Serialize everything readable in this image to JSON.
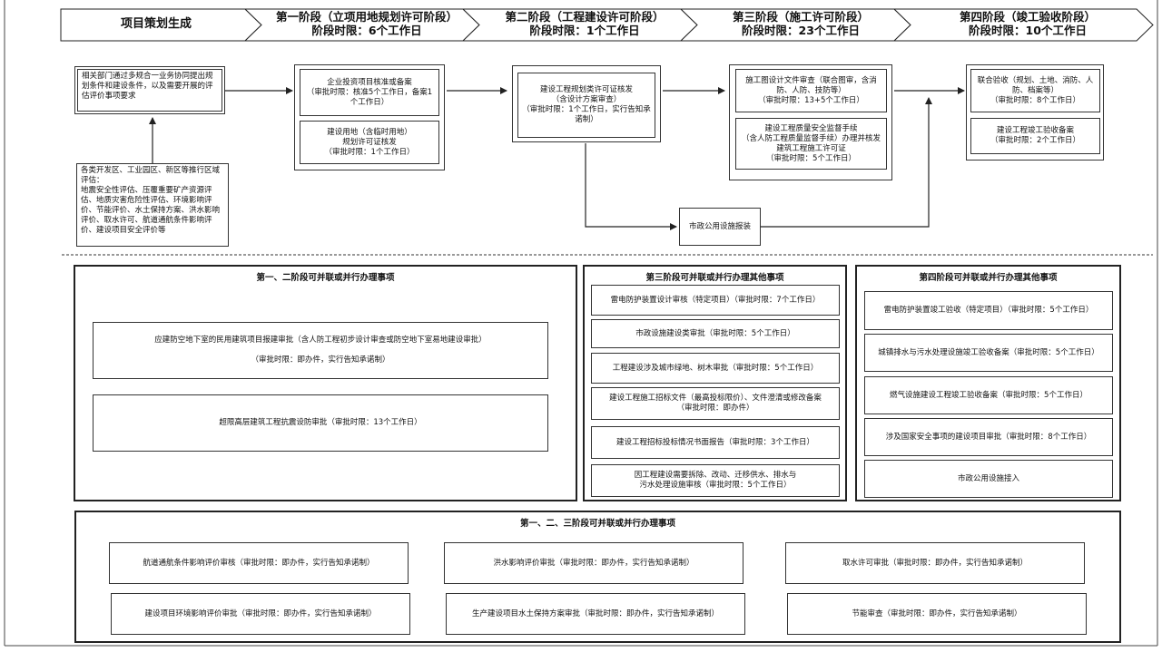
{
  "header": {
    "stage0": "项目策划生成",
    "stage1": "第一阶段（立项用地规划许可阶段）\n阶段时限：6个工作日",
    "stage2": "第二阶段（工程建设许可阶段）\n阶段时限：1个工作日",
    "stage3": "第三阶段（施工许可阶段）\n阶段时限：23个工作日",
    "stage4": "第四阶段（竣工验收阶段）\n阶段时限：10个工作日"
  },
  "flow": {
    "planning_box": "相关部门通过多规合一业务协同提出规划条件和建设条件，以及需要开展的评估评价事项要求",
    "evaluation_box": "各类开发区、工业园区、新区等推行区域评估：\n地震安全性评估、压覆重要矿产资源评估、地质灾害危险性评估、环境影响评价、节能评价、水土保持方案、洪水影响评价、取水许可、航道通航条件影响评价、建设项目安全评价等",
    "s1_box1": "企业投资项目核准或备案\n（审批时限：核准5个工作日，备案1个工作日）",
    "s1_box2": "建设用地（含临时用地）\n规划许可证核发\n（审批时限：1个工作日）",
    "s2_box": "建设工程规划类许可证核发\n（含设计方案审查）\n（审批时限：1个工作日，实行告知承诺制）",
    "s3_box1": "施工图设计文件审查（联合图审，含消防、人防、技防等）\n（审批时限：13+5个工作日）",
    "s3_box2": "建设工程质量安全监督手续\n（含人防工程质量监督手续）办理并核发建筑工程施工许可证\n（审批时限：5个工作日）",
    "s4_box1": "联合验收（规划、土地、消防、人防、档案等）\n（审批时限：8个工作日）",
    "s4_box2": "建设工程竣工验收备案\n（审批时限：2个工作日）",
    "municipal_box": "市政公用设施报装"
  },
  "panels": {
    "p12_title": "第一、二阶段可并联或并行办理事项",
    "p12_items": [
      "应建防空地下室的民用建筑项目报建审批（含人防工程初步设计审查或防空地下室易地建设审批）\n\n（审批时限：即办件，实行告知承诺制）",
      "超限高层建筑工程抗震设防审批（审批时限：13个工作日）"
    ],
    "p3_title": "第三阶段可并联或并行办理其他事项",
    "p3_items": [
      "雷电防护装置设计审核（特定项目）（审批时限：7个工作日）",
      "市政设施建设类审批（审批时限：5个工作日）",
      "工程建设涉及城市绿地、树木审批（审批时限：5个工作日）",
      "建设工程施工招标文件（最高投标限价）、文件澄清或修改备案\n（审批时限：即办件）",
      "建设工程招标投标情况书面报告（审批时限：3个工作日）",
      "因工程建设需要拆除、改动、迁移供水、排水与\n污水处理设施审核（审批时限：5个工作日）"
    ],
    "p4_title": "第四阶段可并联或并行办理其他事项",
    "p4_items": [
      "雷电防护装置竣工验收（特定项目）（审批时限：5个工作日）",
      "城镇排水与污水处理设施竣工验收备案（审批时限：5个工作日）",
      "燃气设施建设工程竣工验收备案（审批时限：5个工作日）",
      "涉及国家安全事项的建设项目审批（审批时限：8个工作日）",
      "市政公用设施接入"
    ],
    "p123_title": "第一、二、三阶段可并联或并行办理事项",
    "p123_items": [
      "航道通航条件影响评价审核（审批时限：即办件，实行告知承诺制）",
      "洪水影响评价审批（审批时限：即办件，实行告知承诺制）",
      "取水许可审批（审批时限：即办件，实行告知承诺制）",
      "建设项目环境影响评价审批（审批时限：即办件，实行告知承诺制）",
      "生产建设项目水土保持方案审批（审批时限：即办件，实行告知承诺制）",
      "节能审查（审批时限：即办件，实行告知承诺制）"
    ]
  }
}
